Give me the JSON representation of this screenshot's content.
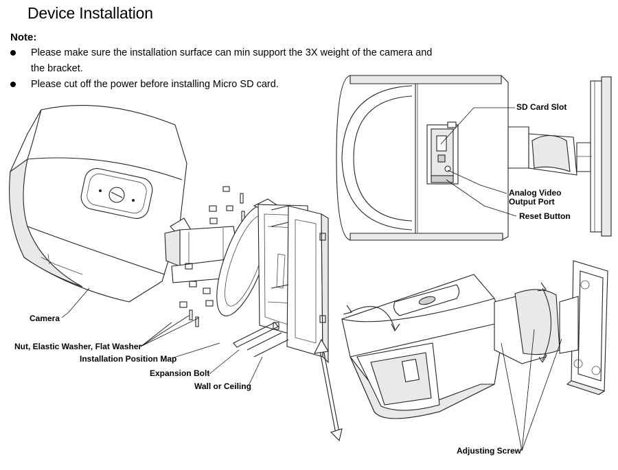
{
  "title": "Device Installation",
  "note_label": "Note:",
  "notes": [
    "Please make sure the installation surface can min support the 3X weight of the camera and",
    "the bracket.",
    "Please cut off the power before installing Micro SD card."
  ],
  "labels": {
    "camera": "Camera",
    "nut_washer": "Nut, Elastic Washer, Flat Washer",
    "position_map": "Installation Position Map",
    "expansion_bolt": "Expansion Bolt",
    "wall_ceiling": "Wall or Ceiling",
    "sd_card_slot": "SD Card Slot",
    "analog_video_line1": "Analog Video",
    "analog_video_line2": "Output Port",
    "reset_button": "Reset Button",
    "adjusting_screw": "Adjusting Screw"
  }
}
